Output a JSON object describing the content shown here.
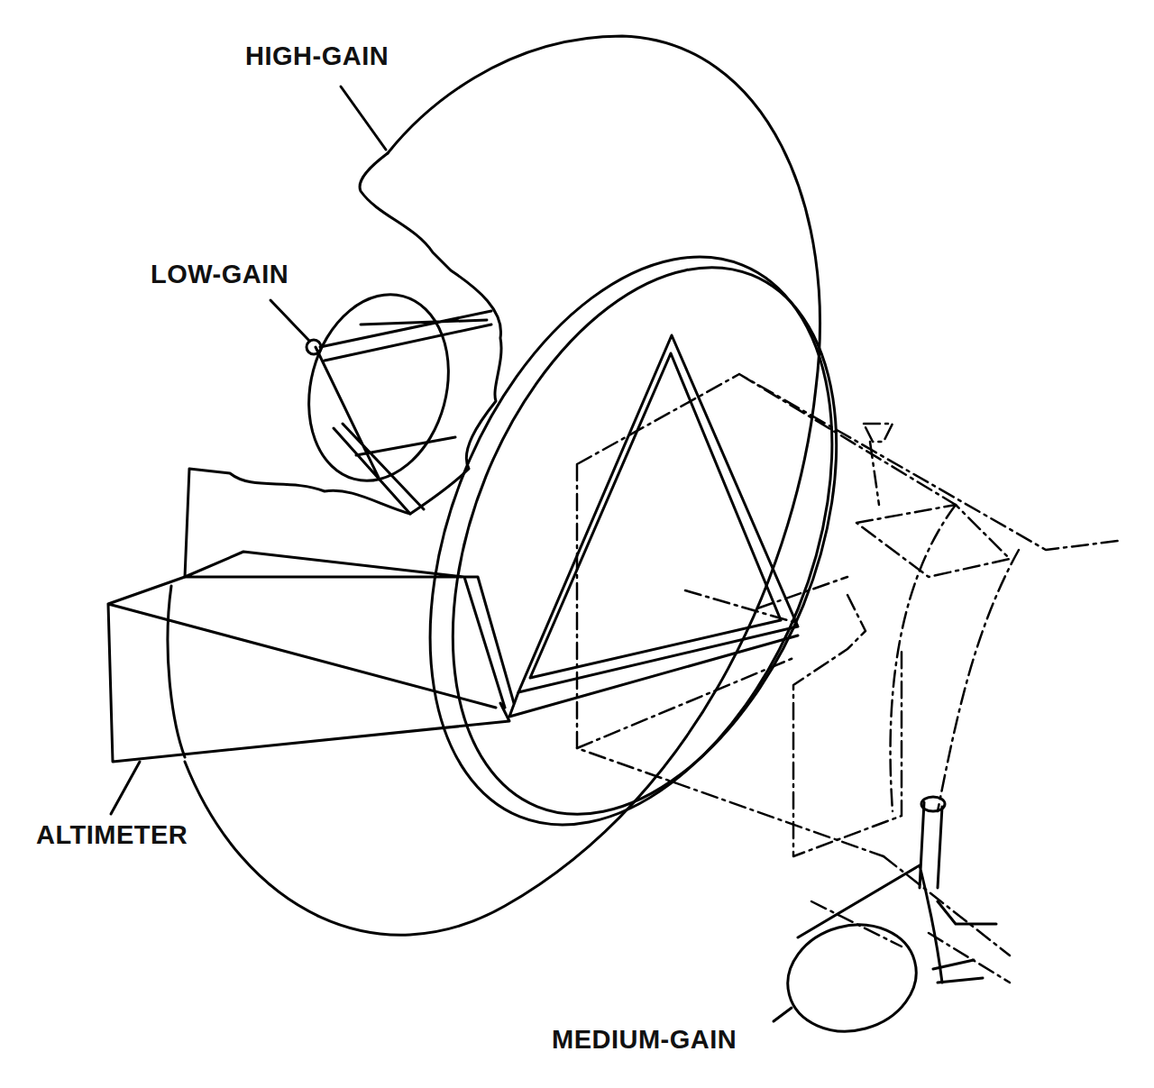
{
  "diagram": {
    "labels": [
      "HIGH-GAIN",
      "LOW-GAIN",
      "ALTIMETER",
      "MEDIUM-GAIN"
    ]
  }
}
